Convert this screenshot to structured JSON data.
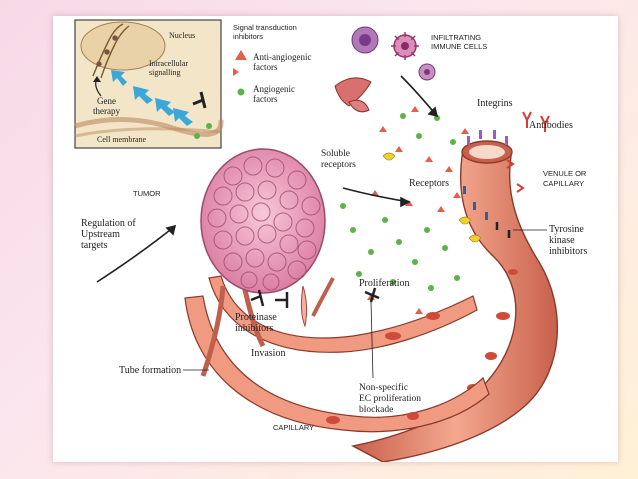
{
  "labels": {
    "nucleus": "Nucleus",
    "intracellular_1": "Intracellular",
    "intracellular_2": "signalling",
    "gene_1": "Gene",
    "gene_2": "therapy",
    "cell_membrane": "Cell membrane",
    "sti_1": "Signal transduction",
    "sti_2": "inhibitors",
    "anti_1": "Anti-angiogenic",
    "anti_2": "factors",
    "angio_1": "Angiogenic",
    "angio_2": "factors",
    "infil_1": "INFILTRATING",
    "infil_2": "IMMUNE CELLS",
    "integrins": "Integrins",
    "antibodies": "Antibodies",
    "venule_1": "VENULE OR",
    "venule_2": "CAPILLARY",
    "tumor": "TUMOR",
    "soluble_1": "Soluble",
    "soluble_2": "receptors",
    "receptors": "Receptors",
    "regulation_1": "Regulation of",
    "regulation_2": "Upstream",
    "regulation_3": "targets",
    "tyrosine_1": "Tyrosine",
    "tyrosine_2": "kinase",
    "tyrosine_3": "inhibitors",
    "proliferation": "Proliferation",
    "proteinase_1": "Proteinase",
    "proteinase_2": "inhibitors",
    "invasion": "Invasion",
    "tube_formation": "Tube formation",
    "nonspecific_1": "Non-specific",
    "nonspecific_2": "EC proliferation",
    "nonspecific_3": "blockade",
    "capillary": "CAPILLARY"
  },
  "colors": {
    "vessel": "#e8907a",
    "vessel_dark": "#b4503e",
    "tumor": "#f0a6c0",
    "tumor_dark": "#b45c80",
    "angiogenic": "#5db24a",
    "anti_angiogenic": "#e0604a",
    "inset_bg": "#f3e6c8",
    "arrow_blue": "#3aa8d8",
    "antibody": "#d83a3a",
    "integrin": "#9a5cc0",
    "receptor_yellow": "#f0d030"
  }
}
